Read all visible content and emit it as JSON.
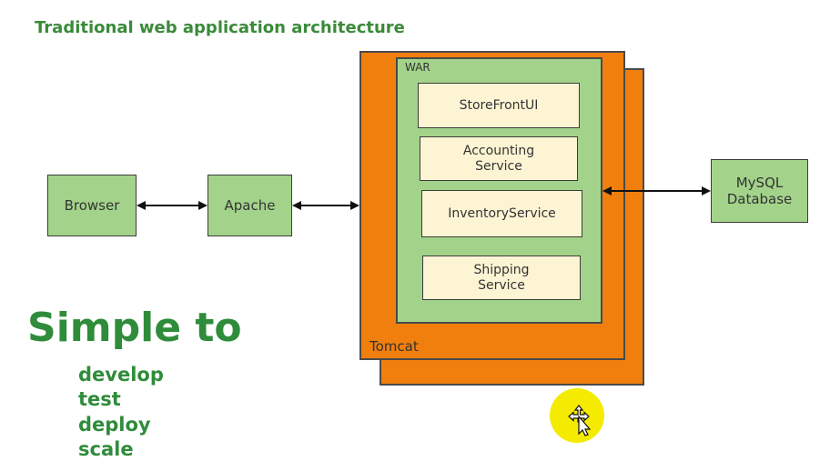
{
  "title": "Traditional web application architecture",
  "nodes": {
    "browser": "Browser",
    "apache": "Apache",
    "mysql_line1": "MySQL",
    "mysql_line2": "Database",
    "tomcat": "Tomcat",
    "war": "WAR"
  },
  "services": {
    "storefront": "StoreFrontUI",
    "accounting_line1": "Accounting",
    "accounting_line2": "Service",
    "inventory": "InventoryService",
    "shipping_line1": "Shipping",
    "shipping_line2": "Service"
  },
  "simple": {
    "heading": "Simple to",
    "items": [
      "develop",
      "test",
      "deploy",
      "scale"
    ]
  },
  "colors": {
    "title_green": "#3a8a3a",
    "box_green": "#a3d38a",
    "tomcat_orange": "#f07f0e",
    "service_cream": "#fdf4d3",
    "cursor_yellow": "#f4eb00"
  },
  "icons": {
    "cursor": "move-cursor-icon"
  }
}
